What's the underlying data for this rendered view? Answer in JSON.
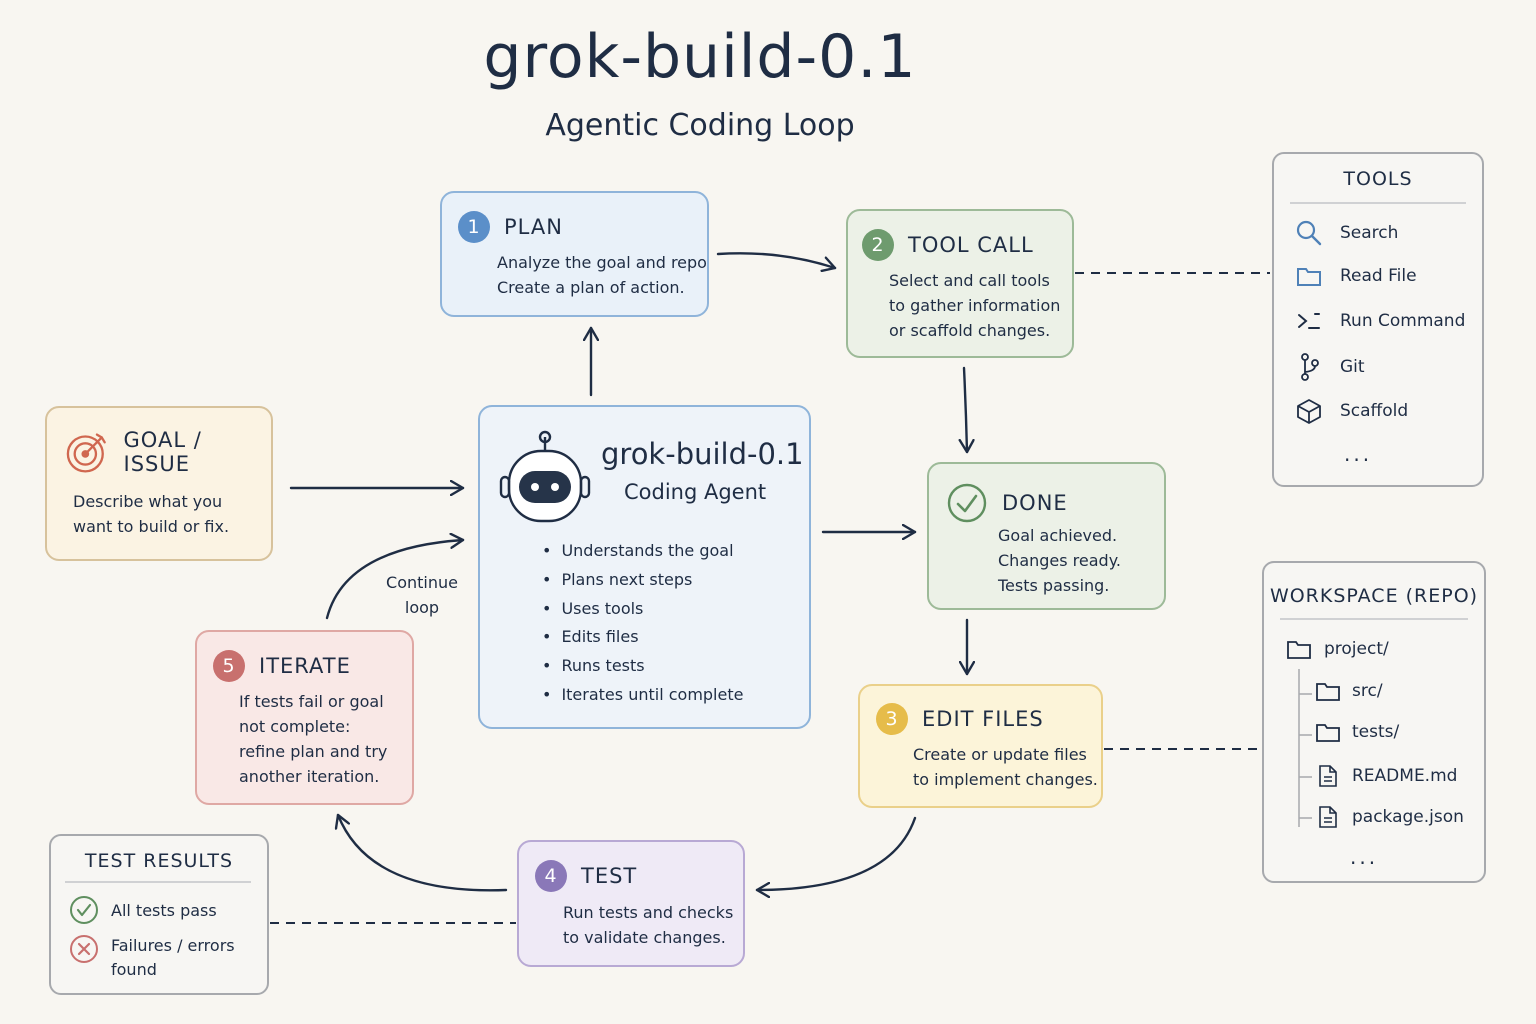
{
  "title": "grok-build-0.1",
  "subtitle": "Agentic Coding Loop",
  "plan": {
    "num": "1",
    "title": "PLAN",
    "text": "Analyze the goal and repo\nCreate a plan of action."
  },
  "tool_call": {
    "num": "2",
    "title": "TOOL CALL",
    "text": "Select and call tools\nto gather information\nor scaffold changes."
  },
  "edit_files": {
    "num": "3",
    "title": "EDIT FILES",
    "text": "Create or update files\nto implement changes."
  },
  "test": {
    "num": "4",
    "title": "TEST",
    "text": "Run tests and checks\nto validate changes."
  },
  "iterate": {
    "num": "5",
    "title": "ITERATE",
    "text": "If tests fail or goal\nnot complete:\nrefine plan and try\nanother iteration."
  },
  "done": {
    "title": "DONE",
    "text": "Goal achieved.\nChanges ready.\nTests passing."
  },
  "goal": {
    "title": "GOAL / ISSUE",
    "text": "Describe what you\nwant to build or fix."
  },
  "agent": {
    "title": "grok-build-0.1",
    "subtitle": "Coding Agent",
    "bullets": [
      "Understands the goal",
      "Plans next steps",
      "Uses tools",
      "Edits files",
      "Runs tests",
      "Iterates until complete"
    ]
  },
  "loop_label": "Continue\nloop",
  "tools": {
    "title": "TOOLS",
    "items": [
      {
        "icon": "search-icon",
        "label": "Search"
      },
      {
        "icon": "folder-icon",
        "label": "Read File"
      },
      {
        "icon": "terminal-icon",
        "label": "Run Command"
      },
      {
        "icon": "git-branch-icon",
        "label": "Git"
      },
      {
        "icon": "cube-icon",
        "label": "Scaffold"
      }
    ],
    "more": "..."
  },
  "workspace": {
    "title": "WORKSPACE (REPO)",
    "root": "project/",
    "items": [
      {
        "icon": "folder-icon",
        "label": "src/"
      },
      {
        "icon": "folder-icon",
        "label": "tests/"
      },
      {
        "icon": "file-icon",
        "label": "README.md"
      },
      {
        "icon": "file-icon",
        "label": "package.json"
      }
    ],
    "more": "..."
  },
  "test_results": {
    "title": "TEST RESULTS",
    "pass": "All tests pass",
    "fail": "Failures / errors\nfound"
  },
  "colors": {
    "plan": "#5b8fc9",
    "tool_call": "#6e9b6e",
    "edit_files": "#e6bc4a",
    "test": "#8a78b8",
    "iterate": "#c8706e",
    "done": "#6e9b6e",
    "goal": "#c9a875",
    "agent": "#8fb4da",
    "ink": "#1f2d44"
  }
}
